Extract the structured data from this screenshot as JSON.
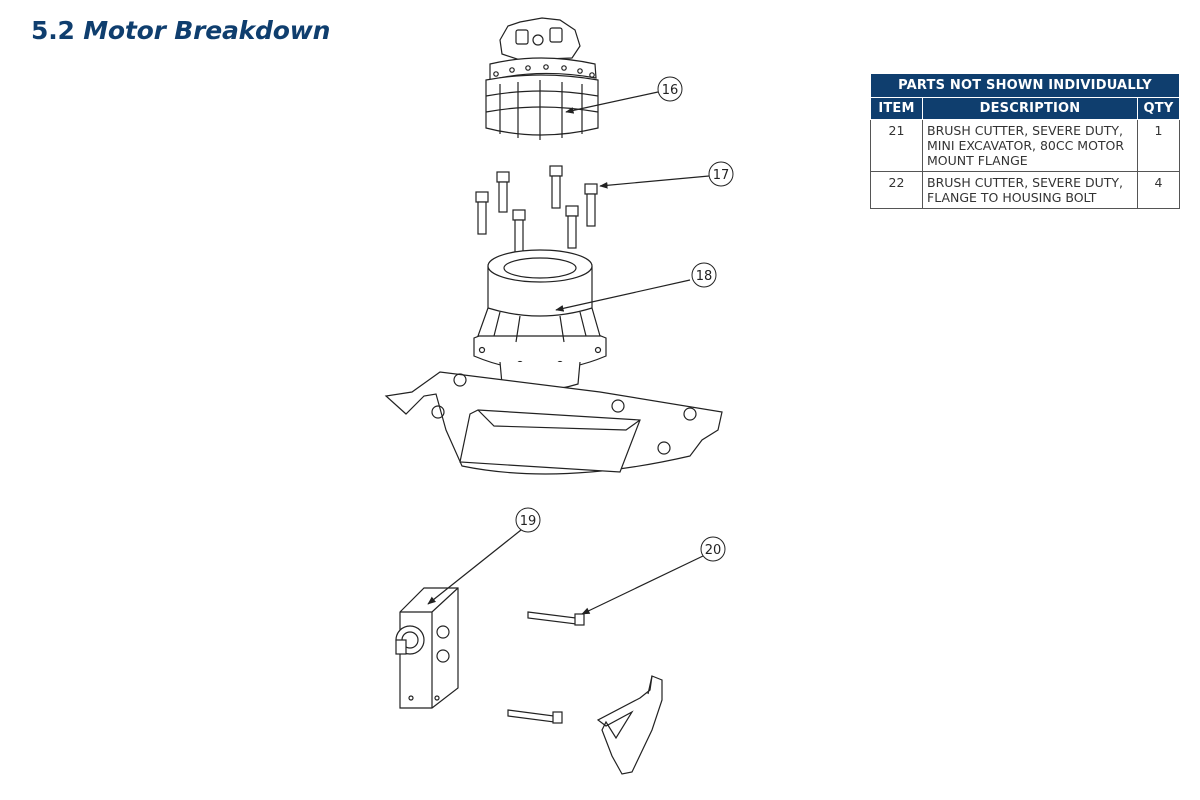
{
  "page": {
    "section_number": "5.2",
    "section_title": "Motor Breakdown"
  },
  "callouts": {
    "c16": "16",
    "c17": "17",
    "c18": "18",
    "c19": "19",
    "c20": "20"
  },
  "parts_table": {
    "caption": "PARTS NOT SHOWN INDIVIDUALLY",
    "headers": {
      "item": "ITEM",
      "description": "DESCRIPTION",
      "qty": "QTY"
    },
    "rows": [
      {
        "item": "21",
        "description": "BRUSH CUTTER, SEVERE DUTY, MINI EXCAVATOR, 80CC MOTOR MOUNT FLANGE",
        "qty": "1"
      },
      {
        "item": "22",
        "description": "BRUSH CUTTER, SEVERE DUTY, FLANGE TO HOUSING BOLT",
        "qty": "4"
      }
    ]
  },
  "colors": {
    "heading": "#0f3e6e",
    "table_header_bg": "#0f3e6e",
    "line_art": "#222222"
  }
}
